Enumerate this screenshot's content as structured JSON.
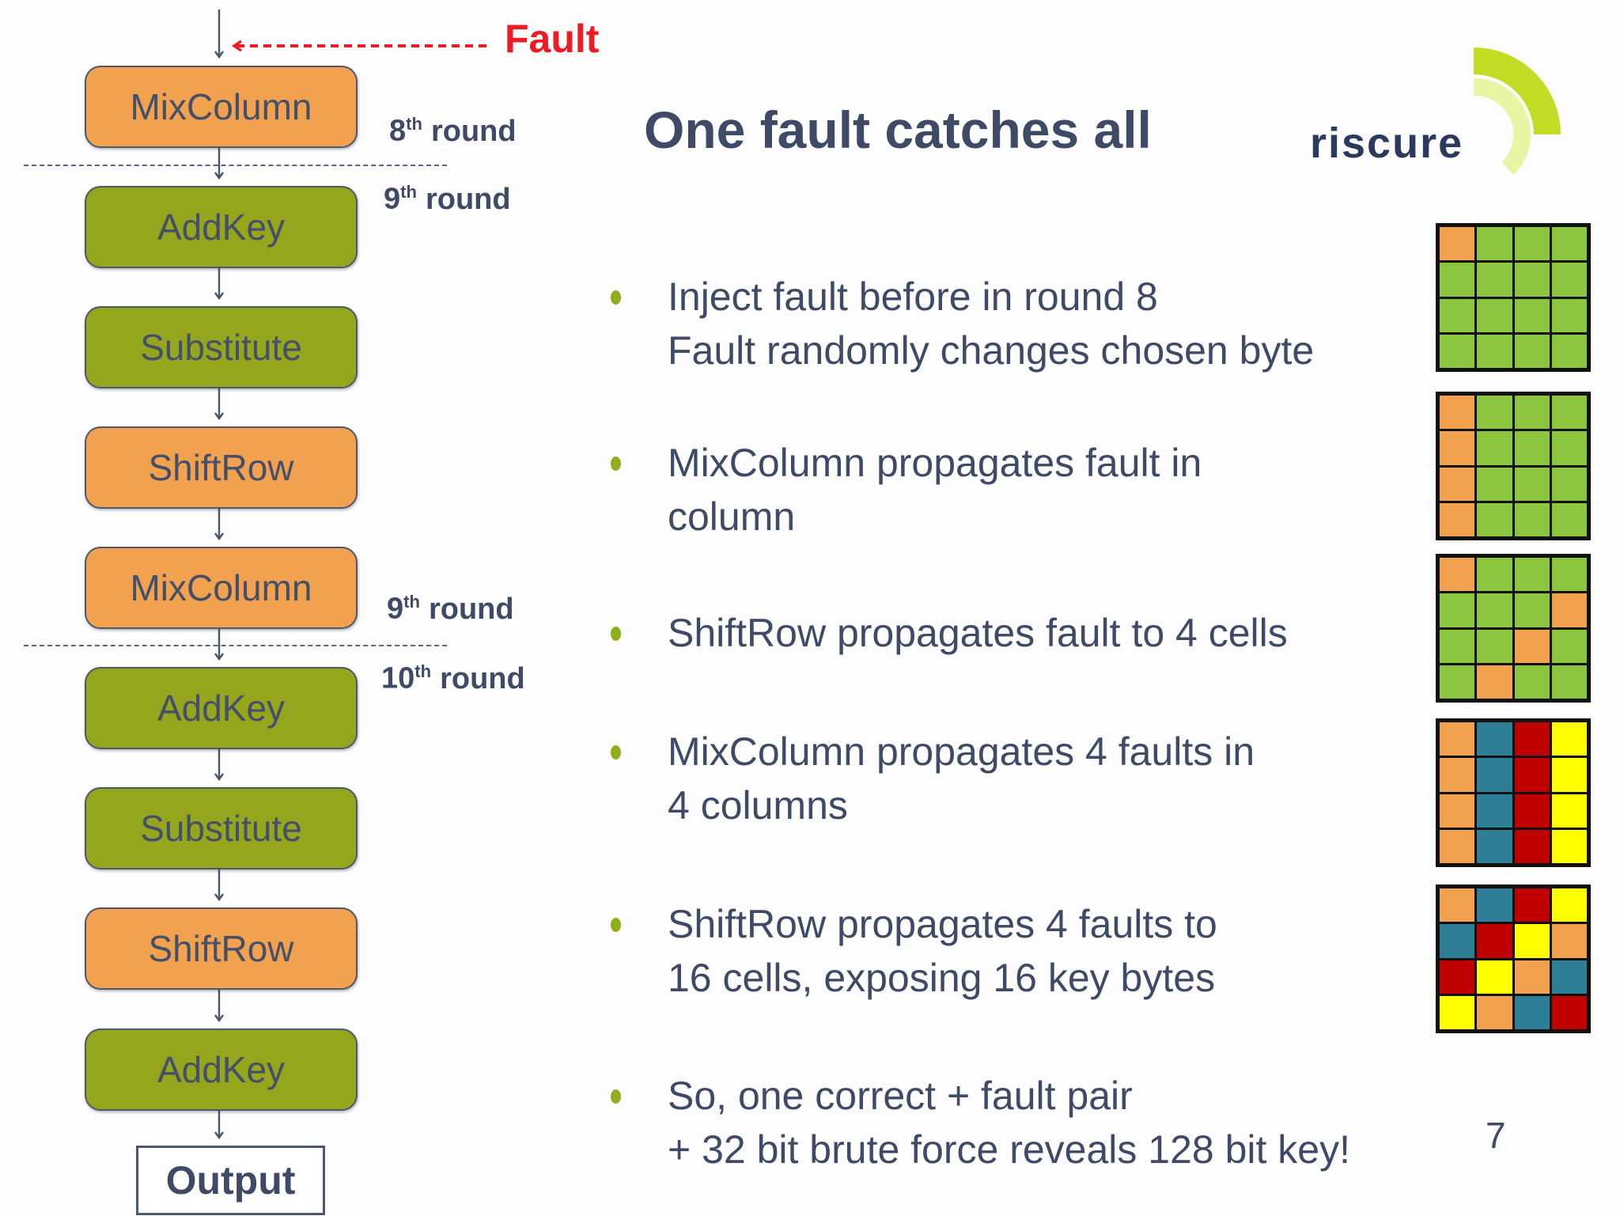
{
  "slide": {
    "title": "One fault catches all",
    "page_number": "7"
  },
  "logo": {
    "wordmark": "riscure"
  },
  "fault_label": "Fault",
  "flowchart": {
    "boxes": [
      {
        "label": "MixColumn"
      },
      {
        "label": "AddKey"
      },
      {
        "label": "Substitute"
      },
      {
        "label": "ShiftRow"
      },
      {
        "label": "MixColumn"
      },
      {
        "label": "AddKey"
      },
      {
        "label": "Substitute"
      },
      {
        "label": "ShiftRow"
      },
      {
        "label": "AddKey"
      },
      {
        "label": "Output"
      }
    ],
    "round_labels": [
      {
        "num": "8",
        "sup": "th",
        "word": "round"
      },
      {
        "num": "9",
        "sup": "th",
        "word": "round"
      },
      {
        "num": "9",
        "sup": "th",
        "word": "round"
      },
      {
        "num": "10",
        "sup": "th",
        "word": "round"
      }
    ]
  },
  "bullets": [
    {
      "lines": [
        "Inject fault before in round 8",
        "Fault randomly changes chosen byte"
      ]
    },
    {
      "lines": [
        "MixColumn propagates fault in",
        "column"
      ]
    },
    {
      "lines": [
        "ShiftRow propagates fault to 4 cells"
      ]
    },
    {
      "lines": [
        "MixColumn propagates 4 faults in",
        "4 columns"
      ]
    },
    {
      "lines": [
        "ShiftRow propagates 4 faults to",
        "16 cells, exposing 16 key bytes"
      ]
    },
    {
      "lines": [
        "So, one correct + fault pair",
        "+ 32 bit brute force reveals 128 bit key!"
      ]
    }
  ],
  "grids": {
    "palette": {
      "G": "#8CC63F",
      "O": "#F2A14E",
      "T": "#2E7F95",
      "R": "#C00000",
      "Y": "#FFFF00"
    },
    "matrices": [
      [
        "O",
        "G",
        "G",
        "G",
        "G",
        "G",
        "G",
        "G",
        "G",
        "G",
        "G",
        "G",
        "G",
        "G",
        "G",
        "G"
      ],
      [
        "O",
        "G",
        "G",
        "G",
        "O",
        "G",
        "G",
        "G",
        "O",
        "G",
        "G",
        "G",
        "O",
        "G",
        "G",
        "G"
      ],
      [
        "O",
        "G",
        "G",
        "G",
        "G",
        "G",
        "G",
        "O",
        "G",
        "G",
        "O",
        "G",
        "G",
        "O",
        "G",
        "G"
      ],
      [
        "O",
        "T",
        "R",
        "Y",
        "O",
        "T",
        "R",
        "Y",
        "O",
        "T",
        "R",
        "Y",
        "O",
        "T",
        "R",
        "Y"
      ],
      [
        "O",
        "T",
        "R",
        "Y",
        "T",
        "R",
        "Y",
        "O",
        "R",
        "Y",
        "O",
        "T",
        "Y",
        "O",
        "T",
        "R"
      ]
    ]
  },
  "colors": {
    "accent_navy": "#3E4A66",
    "fault_red": "#ED1C24",
    "box_orange": "#F2A14E",
    "box_olive": "#95A51C",
    "bullet_olive": "#8FAE1B",
    "logo_lime": "#C3DC26",
    "logo_pale_lime": "#E7F6A3"
  }
}
